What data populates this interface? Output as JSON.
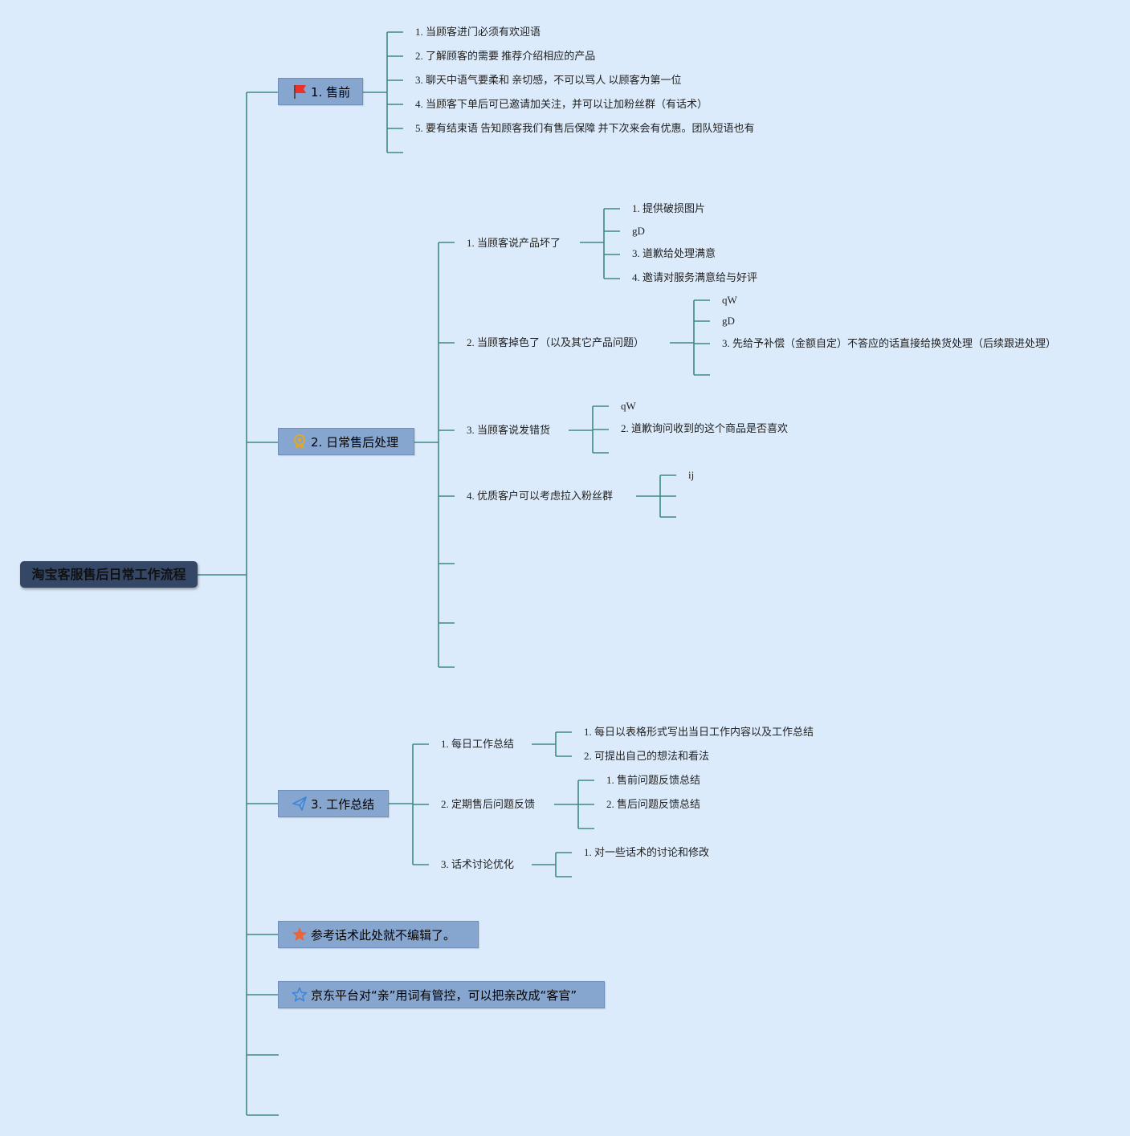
{
  "root": {
    "title": "淘宝客服售后日常工作流程"
  },
  "colors": {
    "line": "#3e8b82",
    "background": "#dcebfb",
    "node_fill": "#86a5cf",
    "root_fill": "#354766"
  },
  "branches": [
    {
      "label": "1. 售前",
      "icon": "red-flag-icon",
      "items": [
        "1. 当顾客进门必须有欢迎语",
        "2. 了解顾客的需要 推荐介绍相应的产品",
        "3. 聊天中语气要柔和 亲切感，不可以骂人 以顾客为第一位",
        "4. 当顾客下单后可已邀请加关注，并可以让加粉丝群（有话术）",
        "5. 要有结束语 告知顾客我们有售后保障 并下次来会有优惠。团队短语也有"
      ]
    },
    {
      "label": "2. 日常售后处理",
      "icon": "award-ribbon-icon",
      "subs": [
        {
          "label": "1. 当顾客说产品坏了",
          "items": [
            "1. 提供破损图片",
            "gD",
            "3. 道歉给处理满意",
            "4. 邀请对服务满意给与好评"
          ]
        },
        {
          "label": "2. 当顾客掉色了（以及其它产品问题）",
          "items": [
            "qW",
            "gD",
            "3. 先给予补偿（金额自定）不答应的话直接给换货处理（后续跟进处理）"
          ]
        },
        {
          "label": "3. 当顾客说发错货",
          "items": [
            "qW",
            "2. 道歉询问收到的这个商品是否喜欢"
          ]
        },
        {
          "label": "4. 优质客户可以考虑拉入粉丝群",
          "items": [
            "ij"
          ]
        }
      ]
    },
    {
      "label": "3. 工作总结",
      "icon": "paper-plane-icon",
      "subs": [
        {
          "label": "1. 每日工作总结",
          "items": [
            "1. 每日以表格形式写出当日工作内容以及工作总结",
            "2. 可提出自己的想法和看法"
          ]
        },
        {
          "label": "2. 定期售后问题反馈",
          "items": [
            "1. 售前问题反馈总结",
            "2. 售后问题反馈总结"
          ]
        },
        {
          "label": "3. 话术讨论优化",
          "items": [
            "1. 对一些话术的讨论和修改"
          ]
        }
      ]
    },
    {
      "label": "参考话术此处就不编辑了。",
      "icon": "orange-star-icon"
    },
    {
      "label": "京东平台对“亲”用词有管控，可以把亲改成“客官”",
      "icon": "blue-outline-star-icon"
    }
  ]
}
